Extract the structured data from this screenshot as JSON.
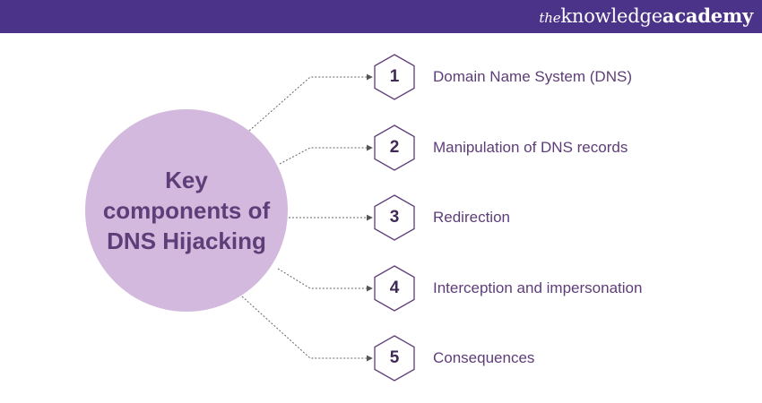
{
  "header": {
    "brand_the": "the",
    "brand_knowledge": "knowledge",
    "brand_academy": "academy",
    "background_color": "#4b3389"
  },
  "diagram": {
    "center_title": "Key components of DNS Hijacking",
    "center_color": "#d4b9de",
    "accent_color": "#5e3d78",
    "items": [
      {
        "number": "1",
        "label": "Domain Name System (DNS)"
      },
      {
        "number": "2",
        "label": "Manipulation of DNS records"
      },
      {
        "number": "3",
        "label": "Redirection"
      },
      {
        "number": "4",
        "label": "Interception and impersonation"
      },
      {
        "number": "5",
        "label": "Consequences"
      }
    ]
  }
}
